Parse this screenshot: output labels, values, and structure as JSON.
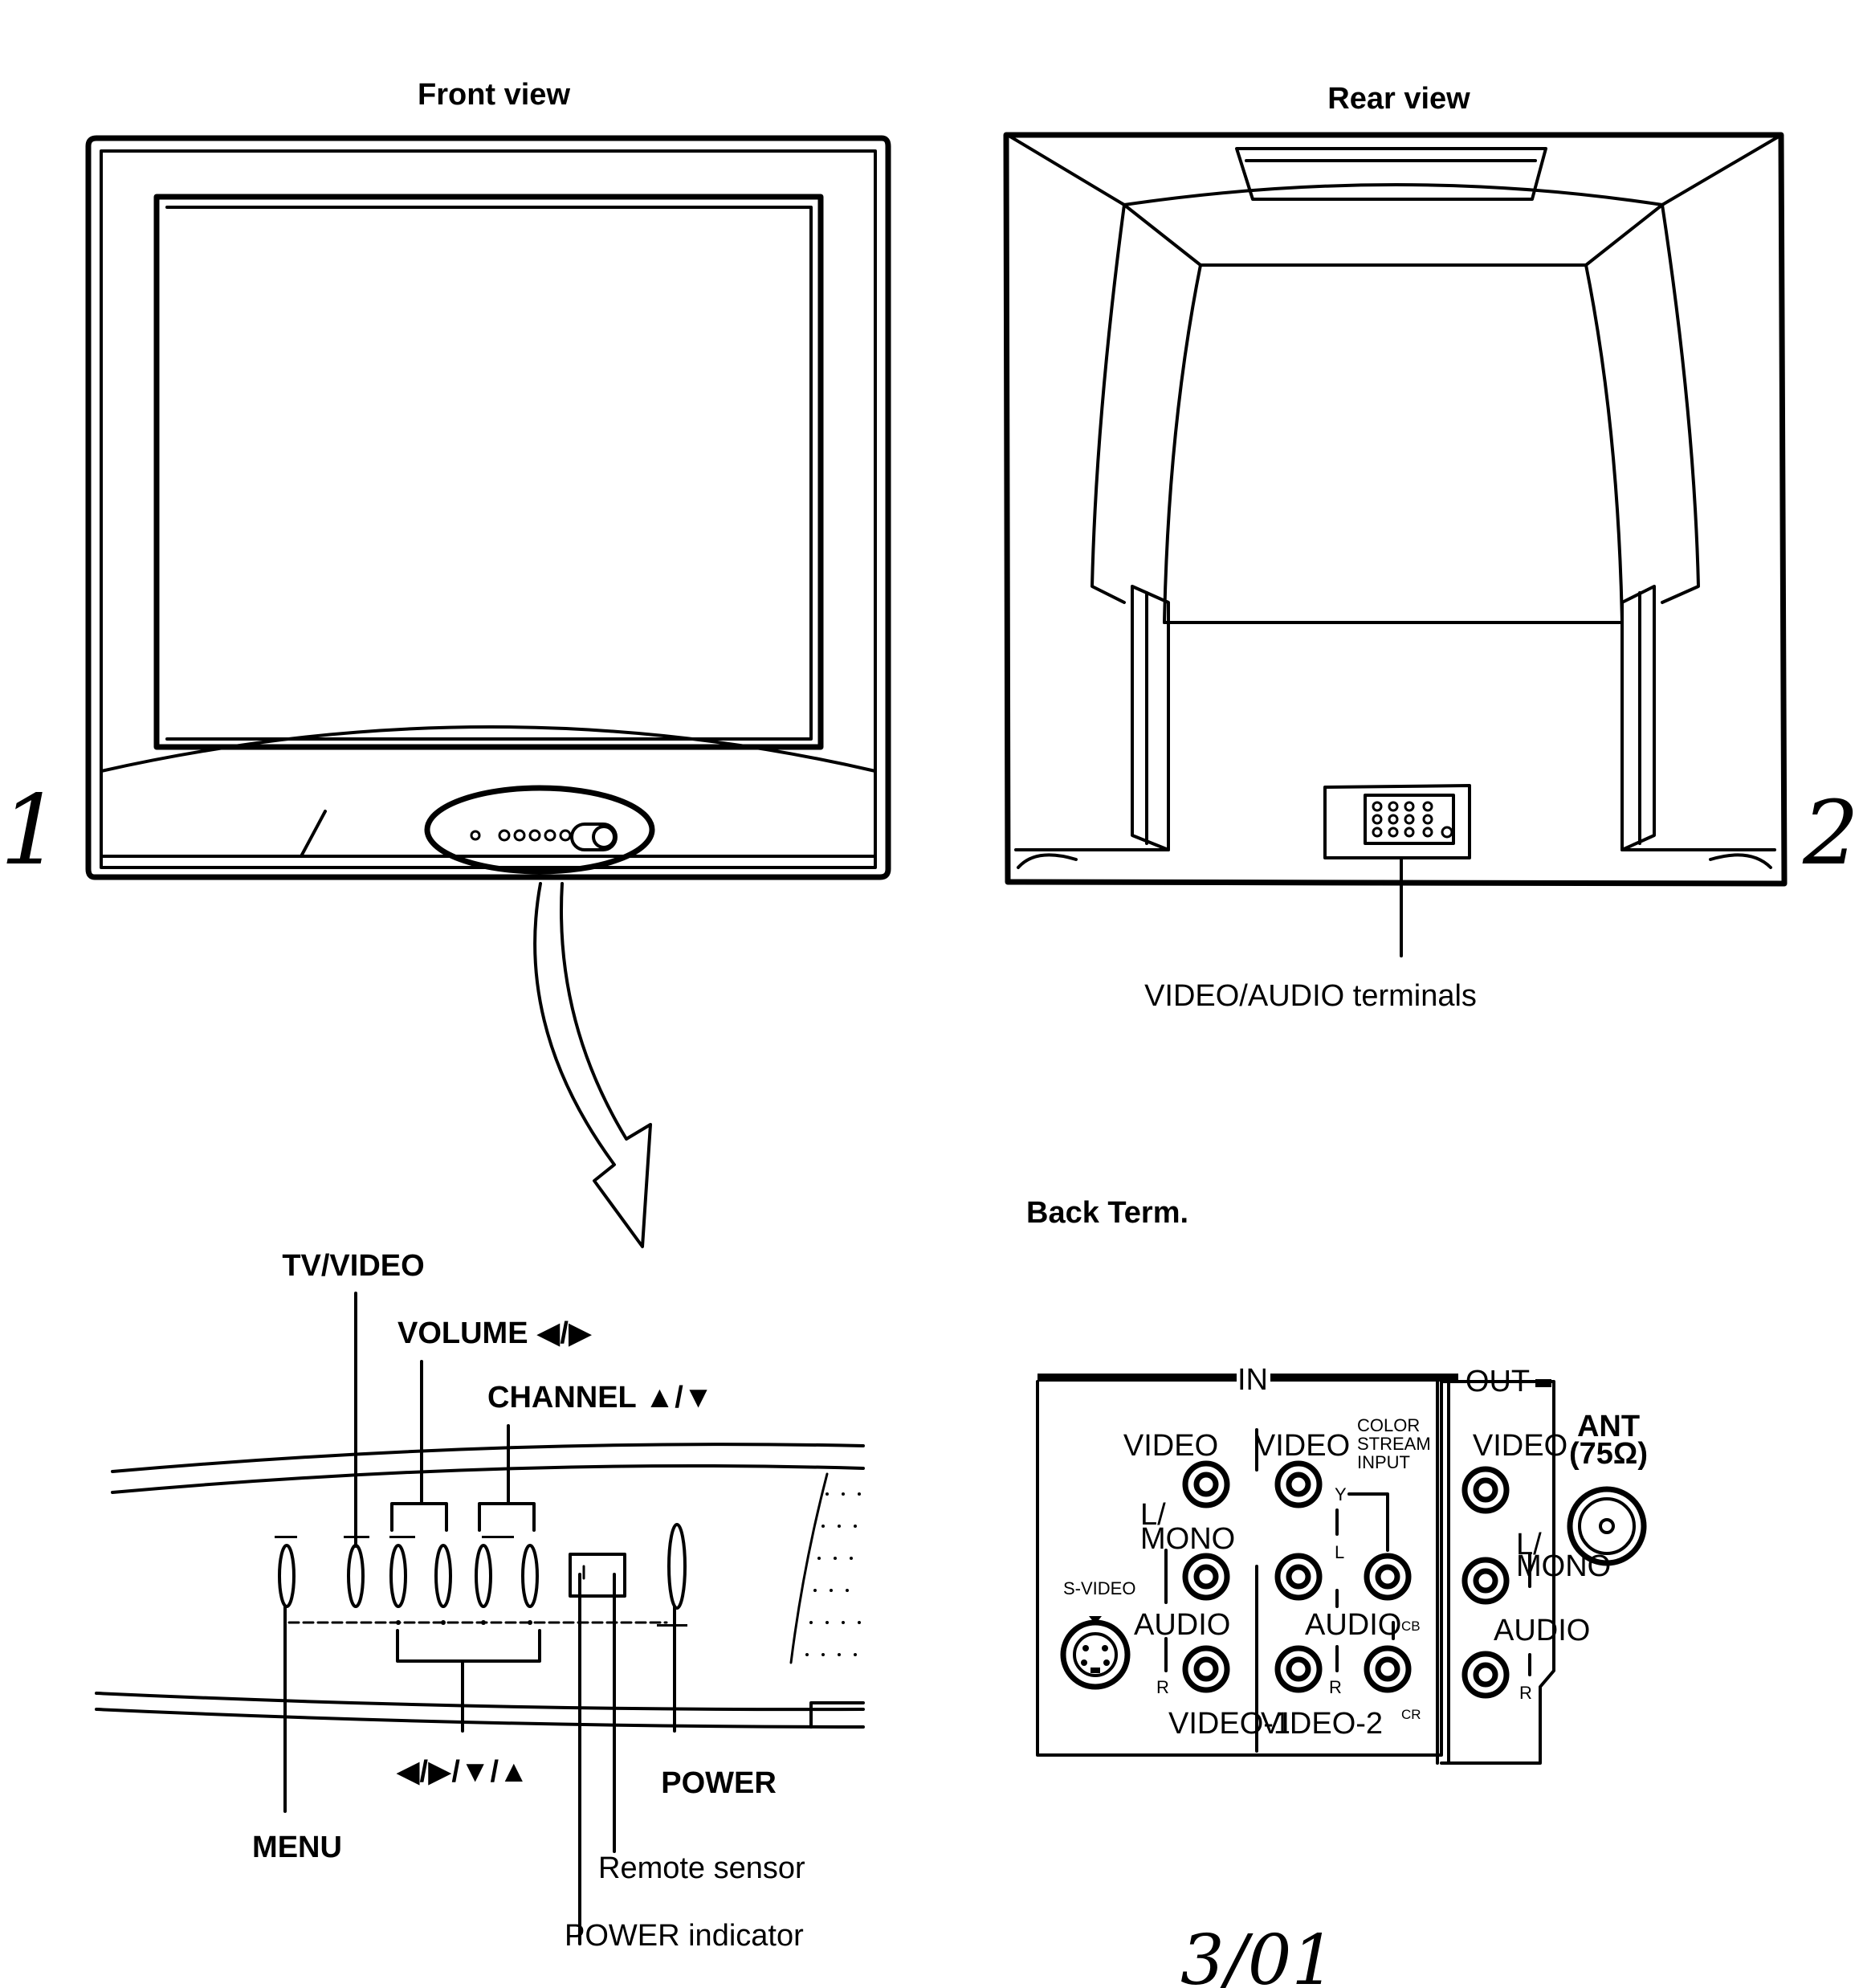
{
  "front_view": {
    "title": "Front view",
    "figure_number": "1"
  },
  "rear_view": {
    "title": "Rear view",
    "figure_number": "2",
    "terminals_label": "VIDEO/AUDIO terminals"
  },
  "front_panel": {
    "tv_video": "TV/VIDEO",
    "volume": "VOLUME ◀/▶",
    "channel": "CHANNEL ▲/▼",
    "arrows": "◀/▶/▼/▲",
    "menu": "MENU",
    "power": "POWER",
    "remote_sensor": "Remote sensor",
    "power_indicator": "POWER indicator"
  },
  "back_term": {
    "title": "Back Term.",
    "in": "IN",
    "out": "OUT",
    "video_1_top": "VIDEO",
    "video_2_top": "VIDEO",
    "color_stream_line1": "COLOR",
    "color_stream_line2": "STREAM",
    "color_stream_line3": "INPUT",
    "out_video": "VIDEO",
    "ant": "ANT",
    "ant_ohm": "(75Ω)",
    "l_mono_1_l": "L/",
    "l_mono_1_mono": "MONO",
    "y": "Y",
    "l_2": "L",
    "out_l": "L/",
    "out_mono": "MONO",
    "s_video": "S-VIDEO",
    "audio_1": "AUDIO",
    "audio_2": "AUDIO",
    "cb": "CB",
    "out_audio": "AUDIO",
    "r_1": "R",
    "r_2": "R",
    "cr": "CR",
    "out_r": "R",
    "video_1_bottom": "VIDEO-1",
    "video_2_bottom": "VIDEO-2"
  },
  "handwritten_date": "3/01"
}
